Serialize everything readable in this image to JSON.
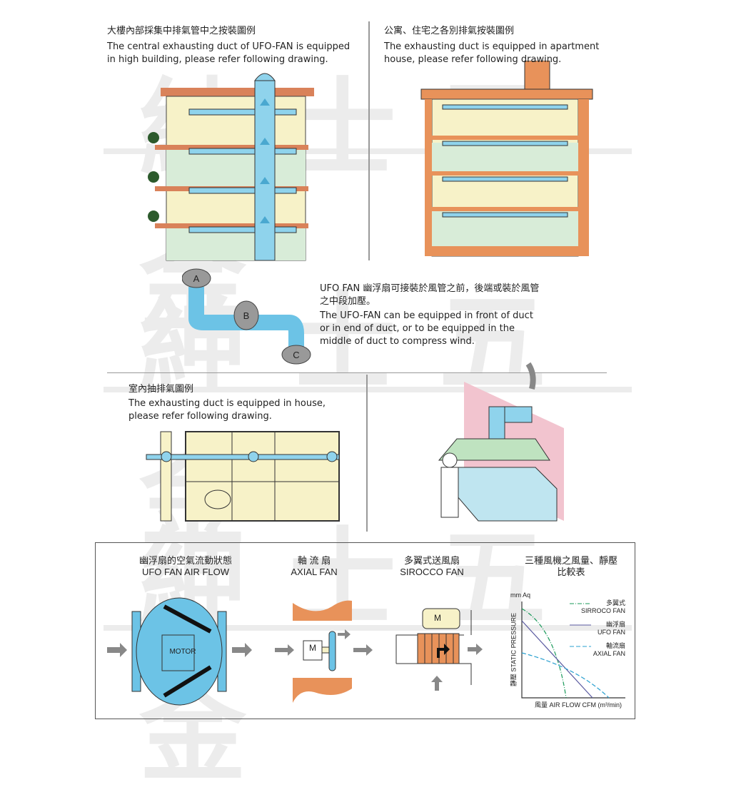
{
  "watermark": "紳士五金",
  "central_duct": {
    "title_zh": "大樓內部採集中排氣管中之按裝圖例",
    "text_en": "The central exhausting duct of UFO-FAN is equipped in high building, please refer following drawing."
  },
  "apartment": {
    "title_zh": "公寓、住宅之各別排氣按裝圖例",
    "text_en": "The exhausting duct is equipped in apartment house, please refer following drawing."
  },
  "duct_positions": {
    "text_zh": "UFO FAN 幽浮扇可接裝於風管之前，後端或裝於風管之中段加壓。",
    "text_en": "The UFO-FAN can be equipped in front of duct or in end of duct, or to be equipped in the middle of duct to compress wind.",
    "labels": [
      "A",
      "B",
      "C"
    ]
  },
  "house": {
    "title_zh": "室內抽排氣圖例",
    "text_en": "The exhausting duct is equipped in house, please refer following drawing."
  },
  "comparison": {
    "ufo": {
      "zh": "幽浮扇的空氣流動狀態",
      "en": "UFO FAN AIR FLOW",
      "motor": "MOTOR"
    },
    "axial": {
      "zh": "軸 流 扇",
      "en": "AXIAL FAN",
      "m": "M"
    },
    "sirocco": {
      "zh": "多翼式送風扇",
      "en": "SIROCCO FAN",
      "m": "M"
    },
    "chart": {
      "title_zh_1": "三種風機之風量、靜壓",
      "title_zh_2": "比較表",
      "y_unit": "mm Aq",
      "ylabel": "靜壓 STATIC PRESSURE",
      "xlabel": "風量 AIR FLOW CFM (m³/min)",
      "legend": [
        {
          "zh": "多翼式",
          "en": "SIRROCO FAN",
          "color": "#1a9a5a"
        },
        {
          "zh": "幽浮扇",
          "en": "UFO FAN",
          "color": "#5a5aa0"
        },
        {
          "zh": "軸流扇",
          "en": "AXIAL FAN",
          "color": "#2aa0d0"
        }
      ]
    }
  }
}
